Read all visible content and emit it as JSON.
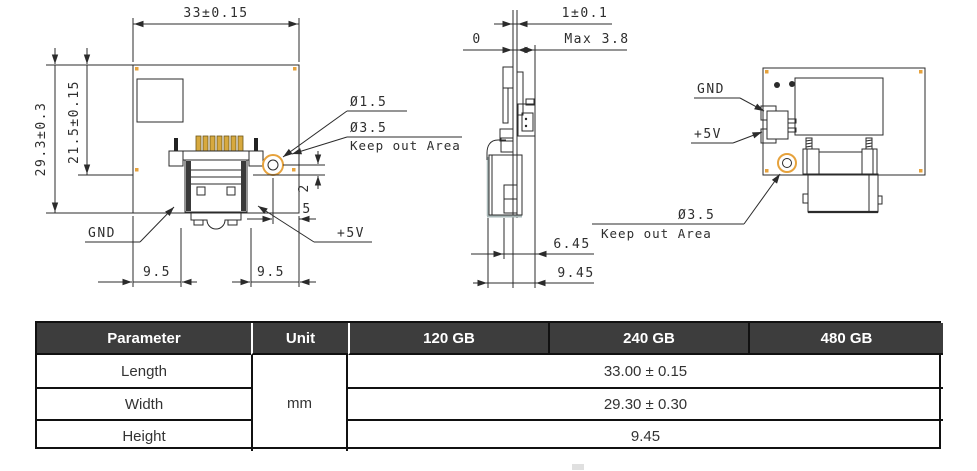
{
  "colors": {
    "drawing_line": "#2b2b2b",
    "gold_pin": "#d7a93f",
    "orange_accent": "#e6a23c",
    "table_header_bg": "#3d3d3d",
    "table_header_text": "#ffffff",
    "table_border": "#111111",
    "body_text": "#333333"
  },
  "front_view": {
    "dim_width": "33±0.15",
    "dim_height": "29.3±0.3",
    "dim_connector_height": "21.5±0.15",
    "dim_left_offset": "9.5",
    "dim_right_offset": "9.5",
    "dim_hole_vertical": "2",
    "dim_hole_horizontal": "5",
    "hole_inner_dia": "Ø1.5",
    "hole_outer_dia": "Ø3.5",
    "keepout_label": "Keep out Area",
    "gnd_label": "GND",
    "power_label": "+5V"
  },
  "side_view": {
    "dim_pcb_thickness": "1±0.1",
    "dim_datum": "0",
    "dim_component_max": "Max 3.8",
    "dim_connector_depth": "6.45",
    "dim_total_depth": "9.45"
  },
  "back_view": {
    "gnd_label": "GND",
    "power_label": "+5V",
    "hole_dia": "Ø3.5",
    "keepout_label": "Keep out Area"
  },
  "spec_table": {
    "headers": [
      "Parameter",
      "Unit",
      "120 GB",
      "240 GB",
      "480 GB"
    ],
    "unit_value": "mm",
    "rows": [
      {
        "parameter": "Length",
        "value": "33.00 ± 0.15"
      },
      {
        "parameter": "Width",
        "value": "29.30 ± 0.30"
      },
      {
        "parameter": "Height",
        "value": "9.45"
      }
    ]
  }
}
